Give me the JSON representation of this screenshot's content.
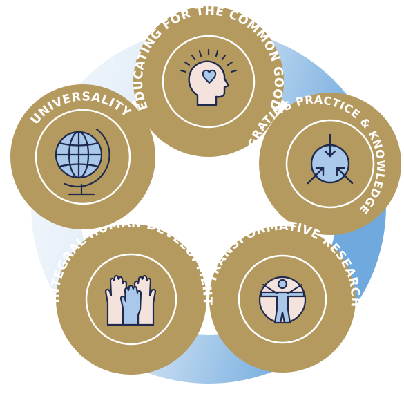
{
  "colors": {
    "medallion_fill": "#B49A5F",
    "medallion_ring": "#FFFFFF",
    "icon_stroke": "#1F2A4D",
    "icon_fill_pink": "#F4E2DD",
    "icon_fill_blue": "#A9C8EA",
    "ring_light": "#EEF4FB",
    "ring_dark": "#7FB3E2"
  },
  "medallions": [
    {
      "id": "common-good",
      "label": "EDUCATING FOR THE COMMON GOOD",
      "icon": "head-heart-icon"
    },
    {
      "id": "integrating",
      "label": "INTEGRATING PRACTICE & KNOWLEDGE",
      "icon": "converging-arrows-icon"
    },
    {
      "id": "research",
      "label": "TRANSFORMATIVE RESEARCH",
      "icon": "vitruvian-figure-icon"
    },
    {
      "id": "human-development",
      "label": "INTEGRAL HUMAN DEVELOPMENT",
      "icon": "raised-hands-icon"
    },
    {
      "id": "universality",
      "label": "UNIVERSALITY",
      "icon": "globe-icon"
    }
  ]
}
